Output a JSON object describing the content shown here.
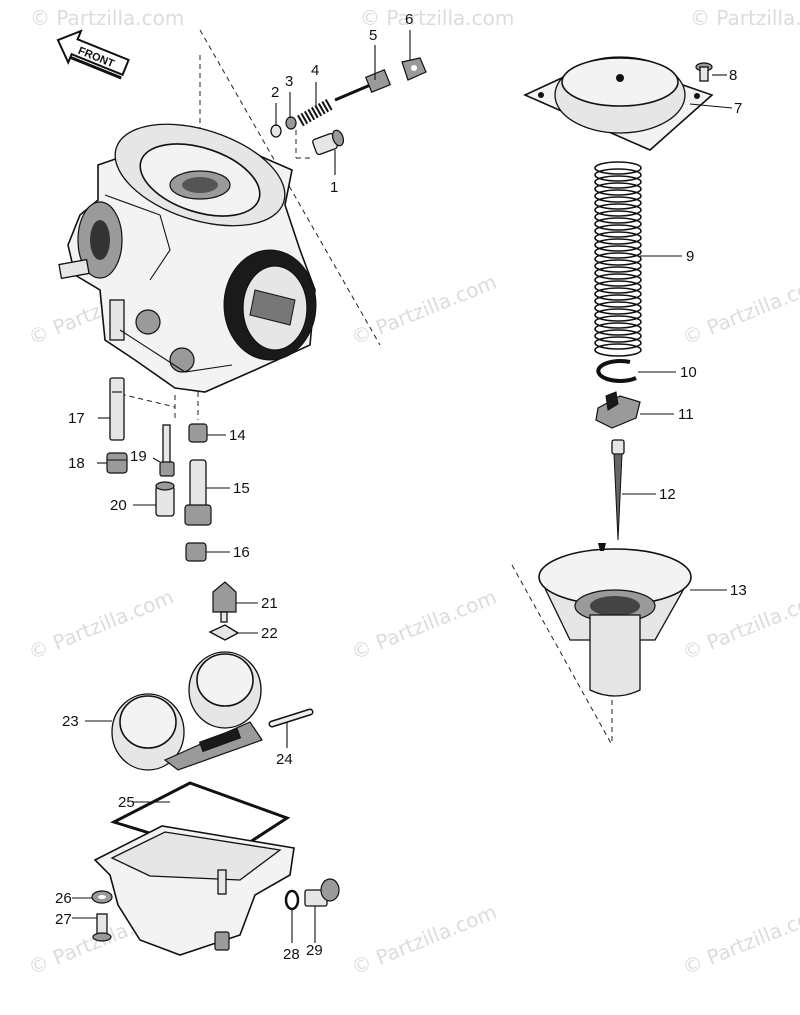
{
  "direction_badge": "FRONT",
  "watermark_text": "© Partzilla.com",
  "callouts": [
    {
      "id": "c1",
      "text": "1"
    },
    {
      "id": "c2",
      "text": "2"
    },
    {
      "id": "c3",
      "text": "3"
    },
    {
      "id": "c4",
      "text": "4"
    },
    {
      "id": "c5",
      "text": "5"
    },
    {
      "id": "c6",
      "text": "6"
    },
    {
      "id": "c7",
      "text": "7"
    },
    {
      "id": "c8",
      "text": "8"
    },
    {
      "id": "c9",
      "text": "9"
    },
    {
      "id": "c10",
      "text": "10"
    },
    {
      "id": "c11",
      "text": "11"
    },
    {
      "id": "c12",
      "text": "12"
    },
    {
      "id": "c13",
      "text": "13"
    },
    {
      "id": "c14",
      "text": "14"
    },
    {
      "id": "c15",
      "text": "15"
    },
    {
      "id": "c16",
      "text": "16"
    },
    {
      "id": "c17",
      "text": "17"
    },
    {
      "id": "c18",
      "text": "18"
    },
    {
      "id": "c19",
      "text": "19"
    },
    {
      "id": "c20",
      "text": "20"
    },
    {
      "id": "c21",
      "text": "21"
    },
    {
      "id": "c22",
      "text": "22"
    },
    {
      "id": "c23",
      "text": "23"
    },
    {
      "id": "c24",
      "text": "24"
    },
    {
      "id": "c25",
      "text": "25"
    },
    {
      "id": "c26",
      "text": "26"
    },
    {
      "id": "c27",
      "text": "27"
    },
    {
      "id": "c28",
      "text": "28"
    },
    {
      "id": "c29",
      "text": "29"
    }
  ]
}
